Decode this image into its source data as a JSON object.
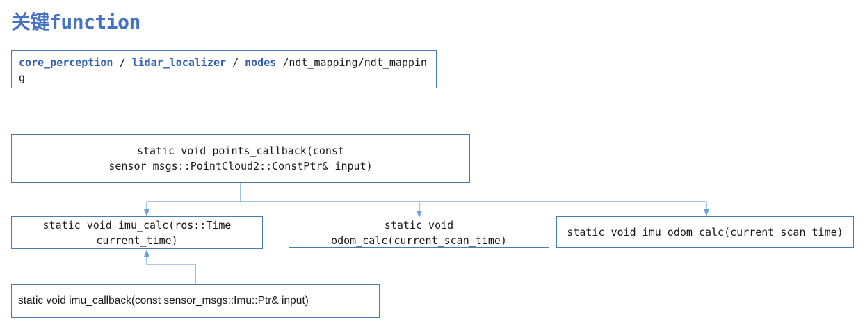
{
  "title": "关键function",
  "path": {
    "links": [
      "core_perception",
      "lidar_localizer",
      "nodes"
    ],
    "separator": "/",
    "tail": "/ndt_mapping/ndt_mapping"
  },
  "nodes": {
    "points_callback": {
      "line1": "static void points_callback(const",
      "line2": "sensor_msgs::PointCloud2::ConstPtr& input)"
    },
    "imu_calc": {
      "line1": "static void imu_calc(ros::Time",
      "line2": "current_time)"
    },
    "odom_calc": {
      "line1": "static void",
      "line2": "odom_calc(current_scan_time)"
    },
    "imu_odom_calc": {
      "line1": "static void imu_odom_calc(current_scan_time)"
    },
    "imu_callback": {
      "line1": "static void imu_callback(const sensor_msgs::Imu::Ptr& input)"
    }
  },
  "colors": {
    "title": "#4472c4",
    "border": "#4a7bb0",
    "link": "#2e5fb0",
    "arrow": "#6fa3d6"
  }
}
